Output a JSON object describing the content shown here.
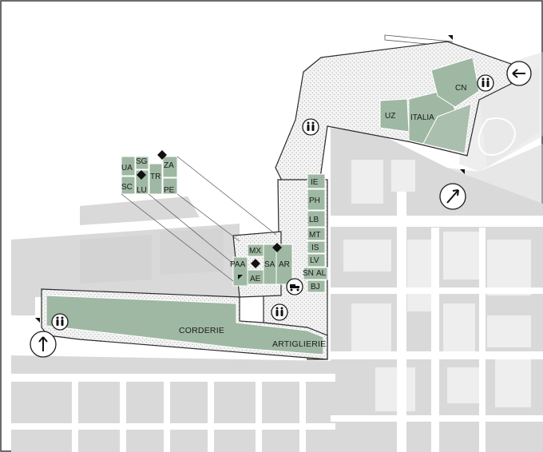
{
  "map": {
    "areas": {
      "corderie": "CORDERIE",
      "artiglierie": "ARTIGLIERIE",
      "italia": "ITALIA"
    },
    "pavilions": {
      "cn": "CN",
      "uz": "UZ",
      "ie": "IE",
      "ph": "PH",
      "lb": "LB",
      "mt": "MT",
      "is": "IS",
      "lv": "LV",
      "sn": "SN",
      "al": "AL",
      "bj": "BJ",
      "mx": "MX",
      "paa": "PAA",
      "sa": "SA",
      "ar": "AR",
      "ae": "AE",
      "ua": "UA",
      "sg": "SG",
      "za": "ZA",
      "tr": "TR",
      "sc": "SC",
      "lu": "LU",
      "pe": "PE"
    },
    "colors": {
      "pavilion_green": "#9fb8a3",
      "building_gray": "#d9d9d9",
      "outline": "#2b2b2b"
    },
    "icons": [
      "restroom-icon",
      "entrance-arrow-icon",
      "exit-arrow-icon",
      "diamond-icon",
      "cart-icon"
    ]
  }
}
